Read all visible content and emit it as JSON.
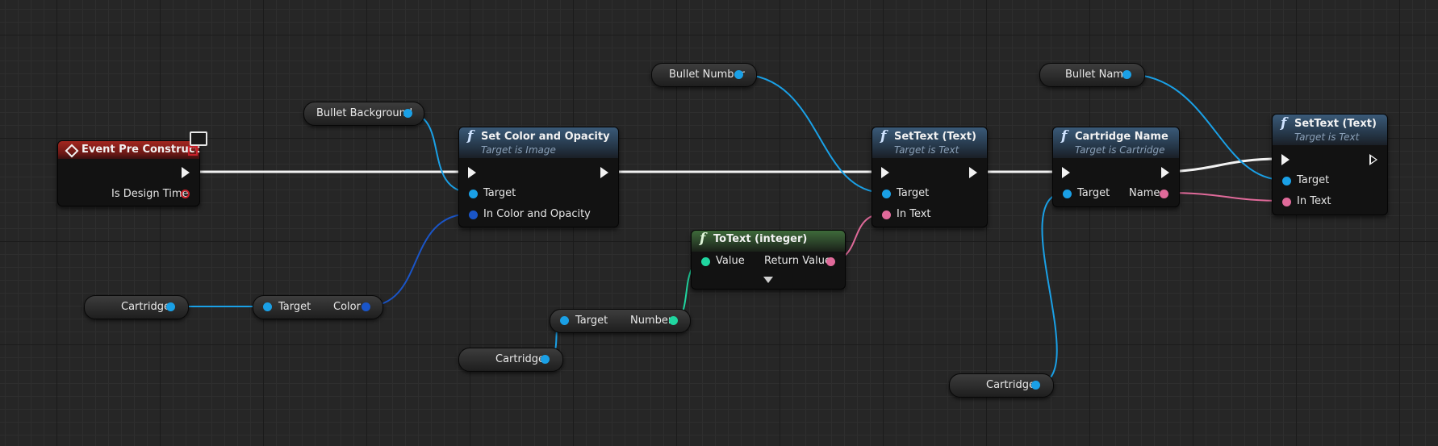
{
  "colors": {
    "exec_wire": "#f2f2f2",
    "object_wire": "#1aa0e6",
    "struct_wire": "#1a55c8",
    "text_wire": "#e06a9a",
    "int_wire": "#20d6a0",
    "event_header": "#a3261f",
    "function_header": "#3a5a78",
    "pure_function_header": "#3e6a3a"
  },
  "nodes": {
    "event_pre_construct": {
      "title": "Event Pre Construct",
      "pin_is_design_time": "Is Design Time",
      "icon": "monitor-icon"
    },
    "set_color": {
      "title": "Set Color and Opacity",
      "subtitle": "Target is Image",
      "pin_target": "Target",
      "pin_color": "In Color and Opacity"
    },
    "settext1": {
      "title": "SetText (Text)",
      "subtitle": "Target is Text",
      "pin_target": "Target",
      "pin_intext": "In Text"
    },
    "cartridge_name": {
      "title": "Cartridge Name",
      "subtitle": "Target is Cartridge",
      "pin_target": "Target",
      "pin_name": "Name"
    },
    "settext2": {
      "title": "SetText (Text)",
      "subtitle": "Target is Text",
      "pin_target": "Target",
      "pin_intext": "In Text"
    },
    "totext": {
      "title": "ToText (integer)",
      "pin_value": "Value",
      "pin_return": "Return Value"
    },
    "get_color": {
      "pin_target": "Target",
      "pin_color": "Color"
    },
    "get_number": {
      "pin_target": "Target",
      "pin_number": "Number"
    }
  },
  "variables": {
    "bullet_background": "Bullet Background",
    "bullet_number": "Bullet Number",
    "bullet_name": "Bullet Name",
    "cartridge_1": "Cartridge",
    "cartridge_2": "Cartridge",
    "cartridge_3": "Cartridge"
  }
}
